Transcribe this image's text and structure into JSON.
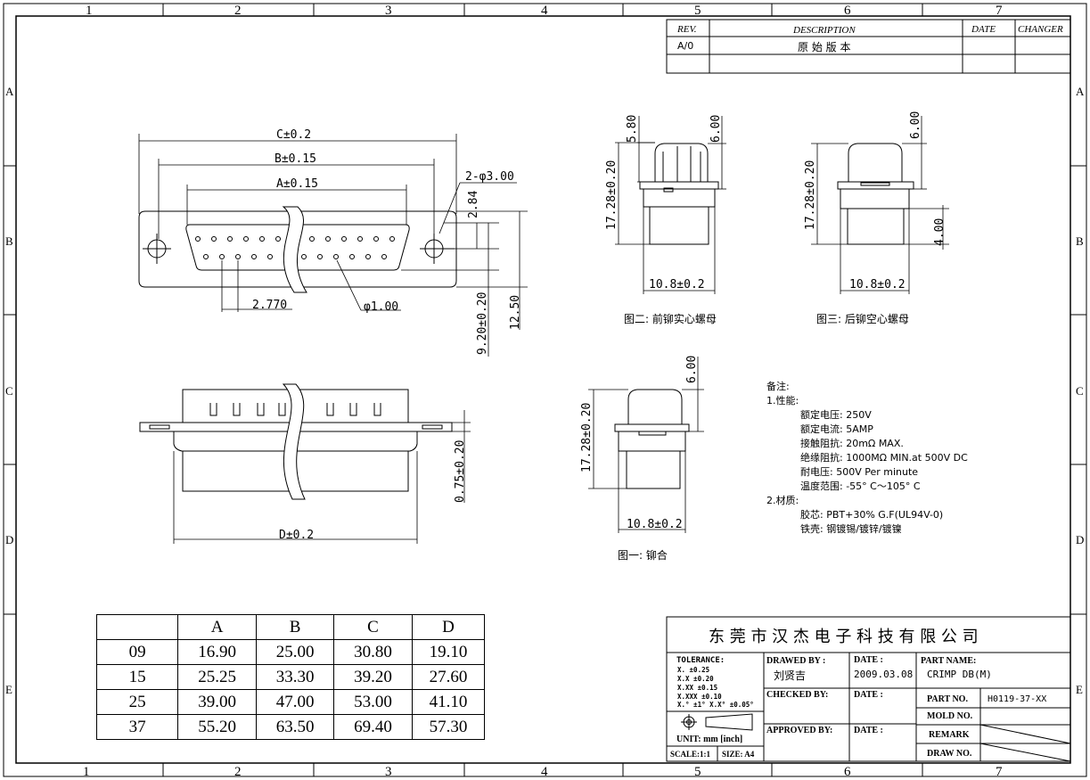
{
  "border": {
    "top_numbers": [
      "1",
      "2",
      "3",
      "4",
      "5",
      "6",
      "7"
    ],
    "bottom_numbers": [
      "1",
      "2",
      "3",
      "4",
      "5",
      "6",
      "7"
    ],
    "side_letters": [
      "A",
      "B",
      "C",
      "D",
      "E"
    ]
  },
  "revision_table": {
    "headers": [
      "REV.",
      "DESCRIPTION",
      "DATE",
      "CHANGER"
    ],
    "rows": [
      [
        "A/0",
        "原 始 版 本",
        "",
        ""
      ]
    ]
  },
  "main_view": {
    "dim_c": "C±0.2",
    "dim_b": "B±0.15",
    "dim_a": "A±0.15",
    "hole": "2-φ3.00",
    "dim_284": "2.84",
    "pitch": "2.770",
    "pin_dia": "φ1.00",
    "dim_920": "9.20±0.20",
    "dim_1250": "12.50"
  },
  "side_view": {
    "dim_d": "D±0.2",
    "dim_075": "0.75±0.20"
  },
  "fig2": {
    "dim_580": "5.80",
    "dim_600": "6.00",
    "dim_1728": "17.28±0.20",
    "dim_108": "10.8±0.2",
    "caption": "图二: 前铆实心螺母"
  },
  "fig3": {
    "dim_600": "6.00",
    "dim_1728": "17.28±0.20",
    "dim_400": "4.00",
    "dim_108": "10.8±0.2",
    "caption": "图三: 后铆空心螺母"
  },
  "fig1": {
    "dim_600": "6.00",
    "dim_1728": "17.28±0.20",
    "dim_108": "10.8±0.2",
    "caption": "图一: 铆合"
  },
  "notes": {
    "title": "备注:",
    "perf_title": "1.性能:",
    "perf": [
      "额定电压: 250V",
      "额定电流: 5AMP",
      "接触阻抗: 20mΩ MAX.",
      "绝缘阻抗: 1000MΩ MIN.at 500V DC",
      "耐电压: 500V Per minute",
      "温度范围: -55° C～105° C"
    ],
    "mat_title": "2.材质:",
    "mat": [
      "胶芯: PBT+30% G.F(UL94V-0)",
      "铁壳: 钢镀锡/镀锌/镀镍"
    ]
  },
  "dim_table": {
    "headers": [
      "",
      "A",
      "B",
      "C",
      "D"
    ],
    "rows": [
      [
        "09",
        "16.90",
        "25.00",
        "30.80",
        "19.10"
      ],
      [
        "15",
        "25.25",
        "33.30",
        "39.20",
        "27.60"
      ],
      [
        "25",
        "39.00",
        "47.00",
        "53.00",
        "41.10"
      ],
      [
        "37",
        "55.20",
        "63.50",
        "69.40",
        "57.30"
      ]
    ]
  },
  "title_block": {
    "company": "东 莞 市 汉 杰 电 子 科 技 有 限 公 司",
    "tolerance_title": "TOLERANCE:",
    "tolerances": [
      "X.    ±0.25",
      "X.X   ±0.20",
      "X.XX  ±0.15",
      "X.XXX ±0.10",
      "X.° ±1°   X.X° ±0.05°"
    ],
    "unit": "UNIT: mm [inch]",
    "scale": "SCALE:1:1",
    "size": "SIZE: A4",
    "drawn_by_label": "DRAWED BY :",
    "drawn_by": "刘贤吉",
    "date_label": "DATE :",
    "date": "2009.03.08",
    "part_name_label": "PART NAME:",
    "part_name": "CRIMP DB(M)",
    "checked_label": "CHECKED BY:",
    "checked_date_label": "DATE :",
    "part_no_label": "PART NO.",
    "part_no": "H0119-37-XX",
    "mold_no_label": "MOLD NO.",
    "approved_label": "APPROVED BY:",
    "approved_date_label": "DATE :",
    "remark_label": "REMARK",
    "draw_no_label": "DRAW NO."
  }
}
